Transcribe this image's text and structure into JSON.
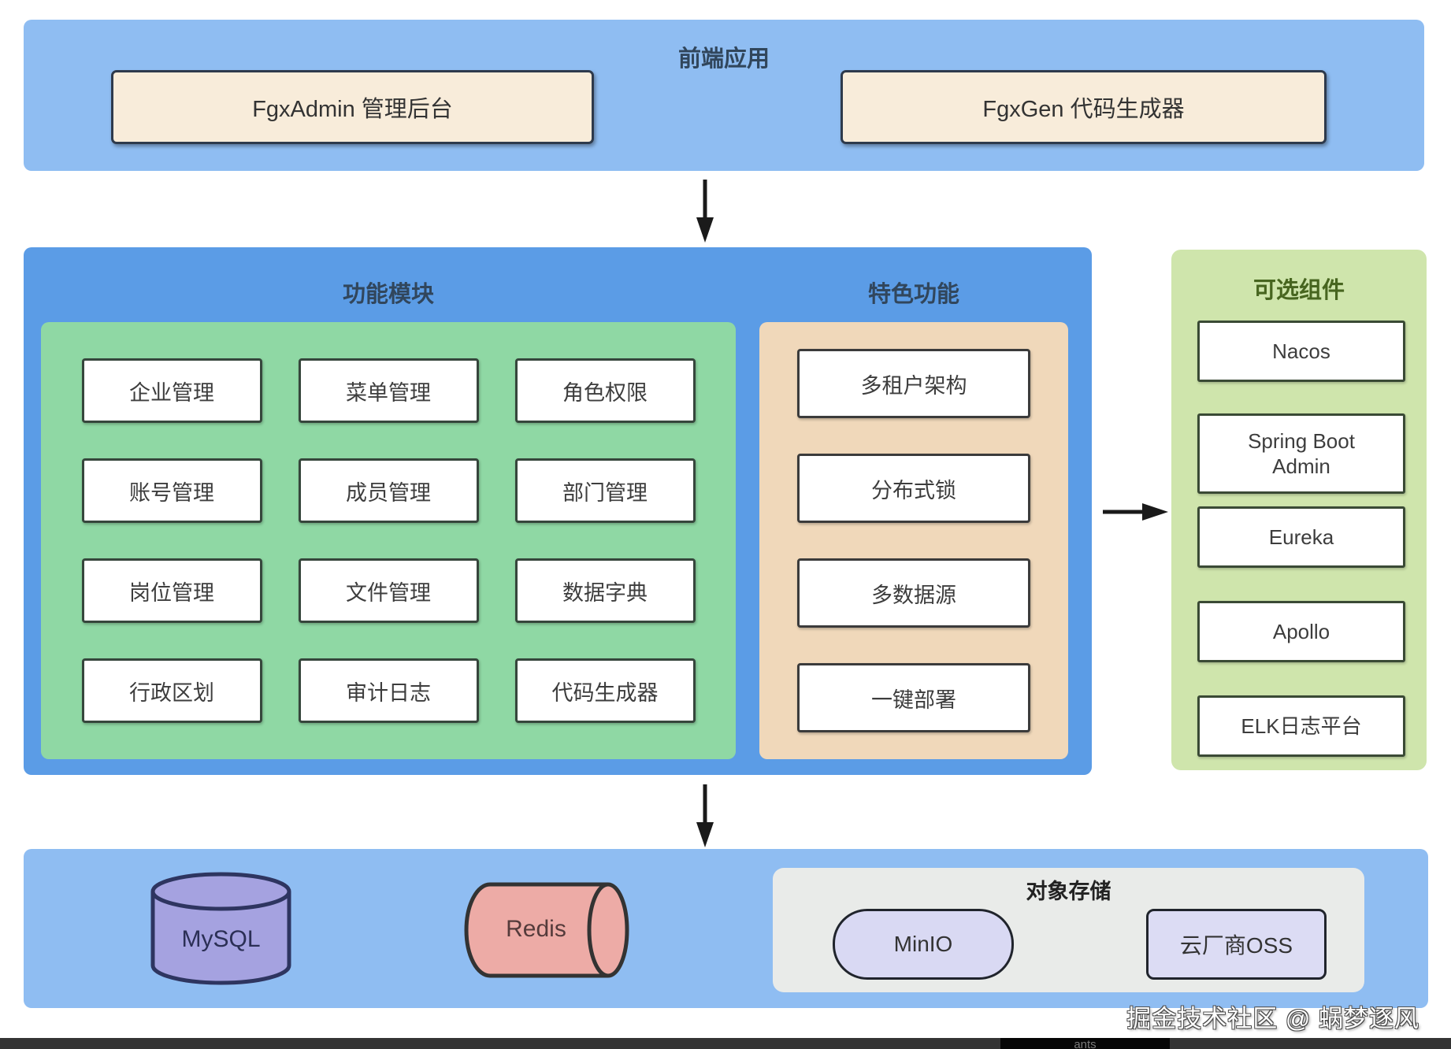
{
  "frontend": {
    "title": "前端应用",
    "boxes": [
      {
        "label": "FgxAdmin 管理后台"
      },
      {
        "label": "FgxGen 代码生成器"
      }
    ]
  },
  "middle": {
    "modules": {
      "title": "功能模块",
      "items": [
        "企业管理",
        "菜单管理",
        "角色权限",
        "账号管理",
        "成员管理",
        "部门管理",
        "岗位管理",
        "文件管理",
        "数据字典",
        "行政区划",
        "审计日志",
        "代码生成器"
      ]
    },
    "features": {
      "title": "特色功能",
      "items": [
        "多租户架构",
        "分布式锁",
        "多数据源",
        "一键部署"
      ]
    }
  },
  "optional": {
    "title": "可选组件",
    "items": [
      "Nacos",
      "Spring Boot Admin",
      "Eureka",
      "Apollo",
      "ELK日志平台"
    ]
  },
  "infrastructure": {
    "mysql_label": "MySQL",
    "redis_label": "Redis",
    "storage": {
      "title": "对象存储",
      "items": [
        "MinIO",
        "云厂商OSS"
      ]
    }
  },
  "watermark": "掘金技术社区 @ 蜗梦逐风",
  "taskbar_text": "ants",
  "colors": {
    "container_blue": "#8fbdf2",
    "section_blue": "#5b9ce6",
    "modules_green": "#8fd8a4",
    "features_tan": "#f0d8ba",
    "optional_green": "#cfe5ac",
    "frontend_cream": "#f8ecda",
    "storage_gray": "#e9ebe9",
    "storage_lavender": "#d9d9f3",
    "mysql_purple": "#a5a2e0",
    "redis_pink": "#edaba6",
    "box_border": "#36463c",
    "dark_border": "#2e3a4c",
    "title_dark": "#31465c",
    "optional_title": "#47651f",
    "taskbar_dark": "#343434"
  }
}
